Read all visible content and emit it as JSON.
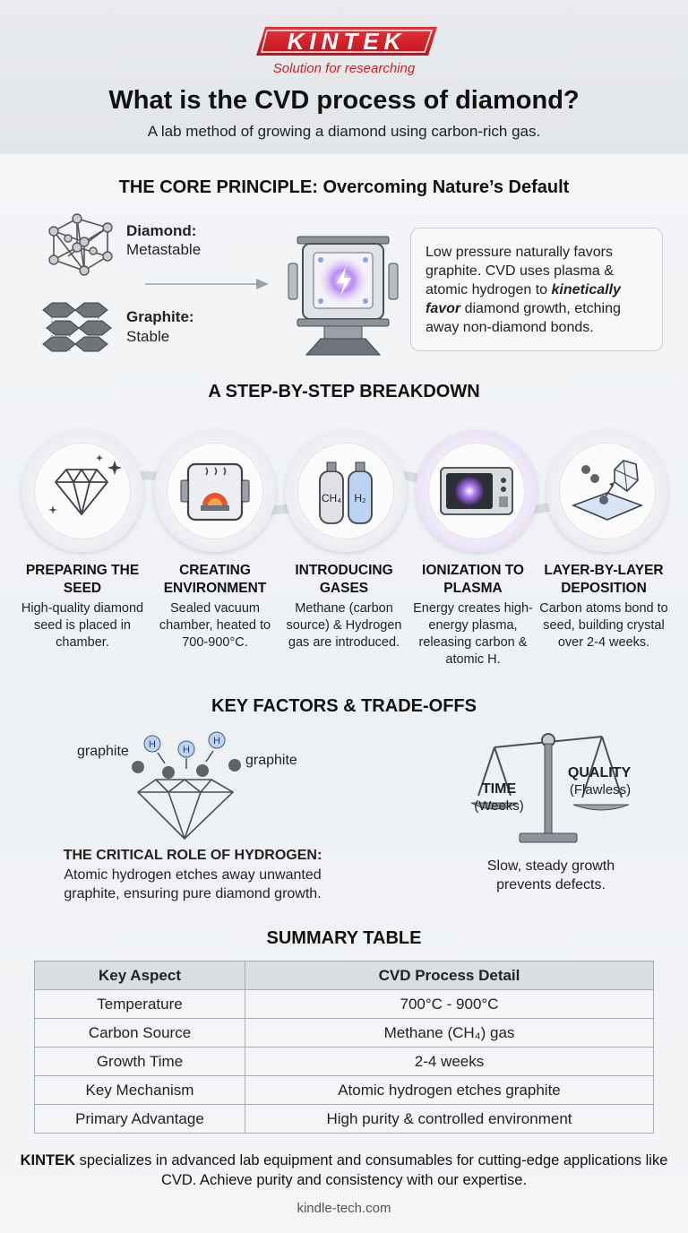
{
  "header": {
    "logo": "KINTEK",
    "tagline": "Solution for researching",
    "title": "What is the CVD process of diamond?",
    "subtitle": "A lab method of growing a diamond using carbon-rich gas."
  },
  "principle": {
    "title": "THE CORE PRINCIPLE: Overcoming Nature’s Default",
    "diamond_name": "Diamond:",
    "diamond_state": "Metastable",
    "graphite_name": "Graphite:",
    "graphite_state": "Stable",
    "desc_part1": "Low pressure naturally favors graphite. CVD uses plasma & atomic hydrogen to ",
    "desc_emph": "kinetically favor",
    "desc_part2": " diamond growth, etching away non-diamond bonds."
  },
  "steps": {
    "title": "A STEP-BY-STEP BREAKDOWN",
    "items": [
      {
        "label": "PREPARING THE SEED",
        "desc": "High-quality diamond seed is placed in chamber."
      },
      {
        "label": "CREATING ENVIRONMENT",
        "desc": "Sealed vacuum chamber, heated to 700-900°C."
      },
      {
        "label": "INTRODUCING GASES",
        "desc": "Methane (carbon source) & Hydrogen gas are introduced."
      },
      {
        "label": "IONIZATION TO PLASMA",
        "desc": "Energy creates high-energy plasma, releasing carbon & atomic H."
      },
      {
        "label": "LAYER-BY-LAYER DEPOSITION",
        "desc": "Carbon atoms bond to seed, building crystal over 2-4 weeks."
      }
    ],
    "gas_labels": [
      "CH₄",
      "H₂"
    ]
  },
  "factors": {
    "title": "KEY FACTORS & TRADE-OFFS",
    "graphite_left": "graphite",
    "graphite_right": "graphite",
    "h_label": "H",
    "hydrogen_title": "THE CRITICAL ROLE OF HYDROGEN:",
    "hydrogen_desc": "Atomic hydrogen etches away unwanted graphite, ensuring pure diamond growth.",
    "time_label": "TIME",
    "time_sub": "(Weeks)",
    "quality_label": "QUALITY",
    "quality_sub": "(Flawless)",
    "balance_desc": "Slow, steady growth prevents defects."
  },
  "summary": {
    "title": "SUMMARY TABLE",
    "headers": [
      "Key Aspect",
      "CVD Process Detail"
    ],
    "rows": [
      [
        "Temperature",
        "700°C - 900°C"
      ],
      [
        "Carbon Source",
        "Methane (CH₄) gas"
      ],
      [
        "Growth Time",
        "2-4 weeks"
      ],
      [
        "Key Mechanism",
        "Atomic hydrogen etches graphite"
      ],
      [
        "Primary Advantage",
        "High purity & controlled environment"
      ]
    ]
  },
  "footer": {
    "brand": "KINTEK",
    "text": " specializes in advanced lab equipment and consumables for cutting-edge applications like CVD. Achieve purity and consistency with our expertise.",
    "url": "kindle-tech.com"
  },
  "colors": {
    "brand_red": "#d01f26",
    "plasma_purple": "#9b5cf0",
    "hydrogen_blue": "#bcd4f3"
  }
}
